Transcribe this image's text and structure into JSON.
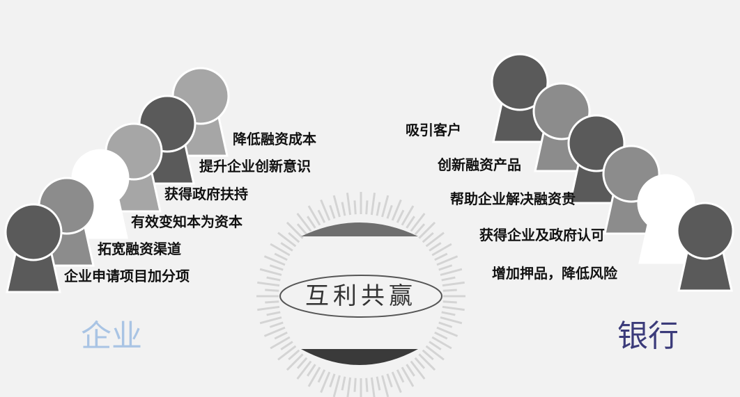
{
  "center": {
    "title": "互利共赢"
  },
  "enterprise": {
    "title": "企业",
    "title_color": "#a9c4e4",
    "benefits": [
      "降低融资成本",
      "提升企业创新意识",
      "获得政府扶持",
      "有效变知本为资本",
      "拓宽融资渠道",
      "企业申请项目加分项"
    ]
  },
  "bank": {
    "title": "银行",
    "title_color": "#3b3b7a",
    "benefits": [
      "吸引客户",
      "创新融资产品",
      "帮助企业解决融资贵",
      "获得企业及政府认可",
      "增加押品，降低风险"
    ]
  },
  "palette": {
    "dark_gray": "#5a5a5a",
    "mid_gray": "#8c8c8c",
    "light_gray": "#a6a6a6",
    "white": "#ffffff",
    "ray": "#d4d4d4"
  },
  "figures": {
    "left_colors": [
      "light",
      "dark",
      "light",
      "white",
      "mid",
      "dark"
    ],
    "right_colors": [
      "dark",
      "mid",
      "dark",
      "mid",
      "white",
      "dark"
    ]
  }
}
